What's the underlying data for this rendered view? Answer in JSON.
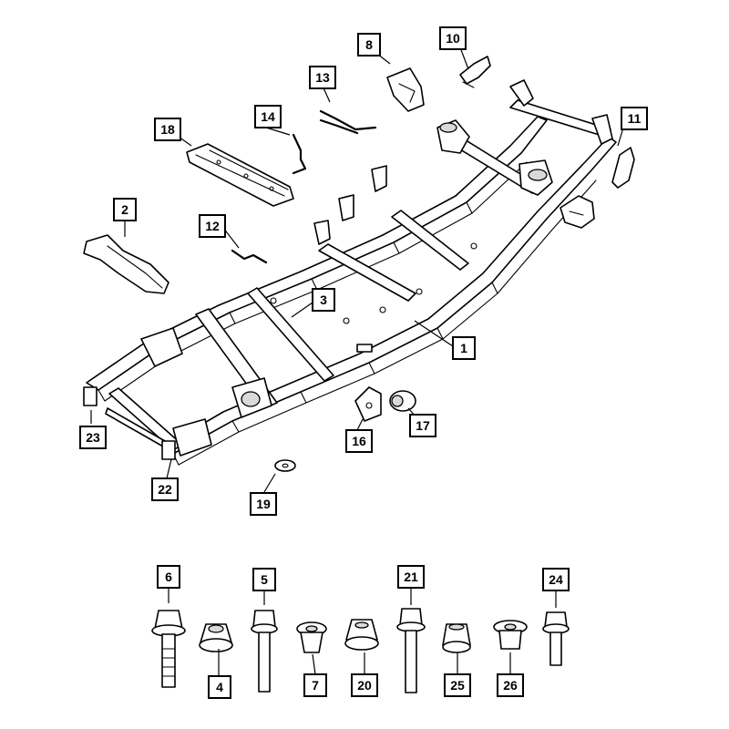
{
  "callouts": [
    {
      "id": "c1",
      "label": "1"
    },
    {
      "id": "c2",
      "label": "2"
    },
    {
      "id": "c3",
      "label": "3"
    },
    {
      "id": "c4",
      "label": "4"
    },
    {
      "id": "c5",
      "label": "5"
    },
    {
      "id": "c6",
      "label": "6"
    },
    {
      "id": "c7",
      "label": "7"
    },
    {
      "id": "c8",
      "label": "8"
    },
    {
      "id": "c10",
      "label": "10"
    },
    {
      "id": "c11",
      "label": "11"
    },
    {
      "id": "c12",
      "label": "12"
    },
    {
      "id": "c13",
      "label": "13"
    },
    {
      "id": "c14",
      "label": "14"
    },
    {
      "id": "c16",
      "label": "16"
    },
    {
      "id": "c17",
      "label": "17"
    },
    {
      "id": "c18",
      "label": "18"
    },
    {
      "id": "c19",
      "label": "19"
    },
    {
      "id": "c20",
      "label": "20"
    },
    {
      "id": "c21",
      "label": "21"
    },
    {
      "id": "c22",
      "label": "22"
    },
    {
      "id": "c23",
      "label": "23"
    },
    {
      "id": "c24",
      "label": "24"
    },
    {
      "id": "c25",
      "label": "25"
    },
    {
      "id": "c26",
      "label": "26"
    }
  ]
}
